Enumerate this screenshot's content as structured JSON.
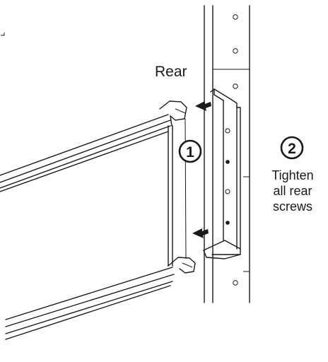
{
  "labels": {
    "rear": "Rear",
    "step1": "1",
    "step2": "2",
    "instruction_line1": "Tighten",
    "instruction_line2": "all rear",
    "instruction_line3": "screws"
  },
  "colors": {
    "stroke": "#1a1a1a",
    "background": "#ffffff"
  }
}
